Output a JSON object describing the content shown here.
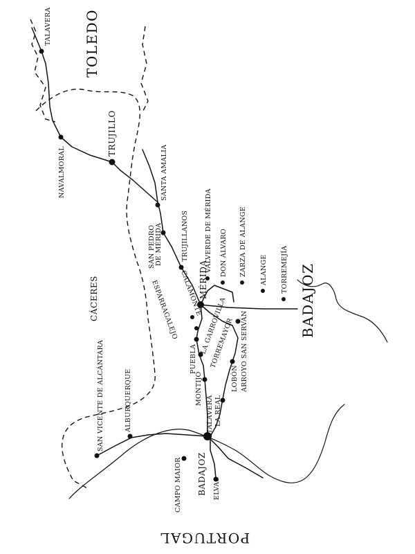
{
  "map": {
    "regions": {
      "toledo": "TOLEDO",
      "caceres": "CÁCERES",
      "badajoz": "BADAJOZ",
      "portugal": "PORTUGAL"
    },
    "towns": {
      "talavera": "TALAVERA",
      "navalmoral": "NAVALMORAL",
      "trujillo": "TRUJILLO",
      "santa_amalia": "SANTA AMALIA",
      "san_pedro": "SAN PEDRO",
      "de_merida": "DE MÉRIDA",
      "trujillanos": "TRUJILLANOS",
      "valverde": "VALVERDE DE MÉRIDA",
      "don_alvaro": "DON ÁLVARO",
      "zarza": "ZARZA DE ALANGE",
      "alange": "ALANGE",
      "torremejia": "TORREMEJÍA",
      "merida": "MÉRIDA",
      "calamonte": "CALAMONTE",
      "esparragalejo": "ESPARRAGALEJO",
      "la_garrovilla": "LA GARROVILLA",
      "torremayor": "TORREMAYOR",
      "puebla": "PUEBLA",
      "montijo": "MONTIJO",
      "lobon": "LOBÓN",
      "arroyo": "ARROYO SAN SERVÁN",
      "talavera_la_real_1": "TALAVERA",
      "talavera_la_real_2": "LA REAL",
      "san_vicente": "SAN VICENTE DE ALCÁNTARA",
      "alburquerque": "ALBURQUERQUE",
      "campo_maior": "CAMPO MAIOR",
      "badajoz_city": "BADAJOZ",
      "elvas": "ELVAS"
    }
  }
}
